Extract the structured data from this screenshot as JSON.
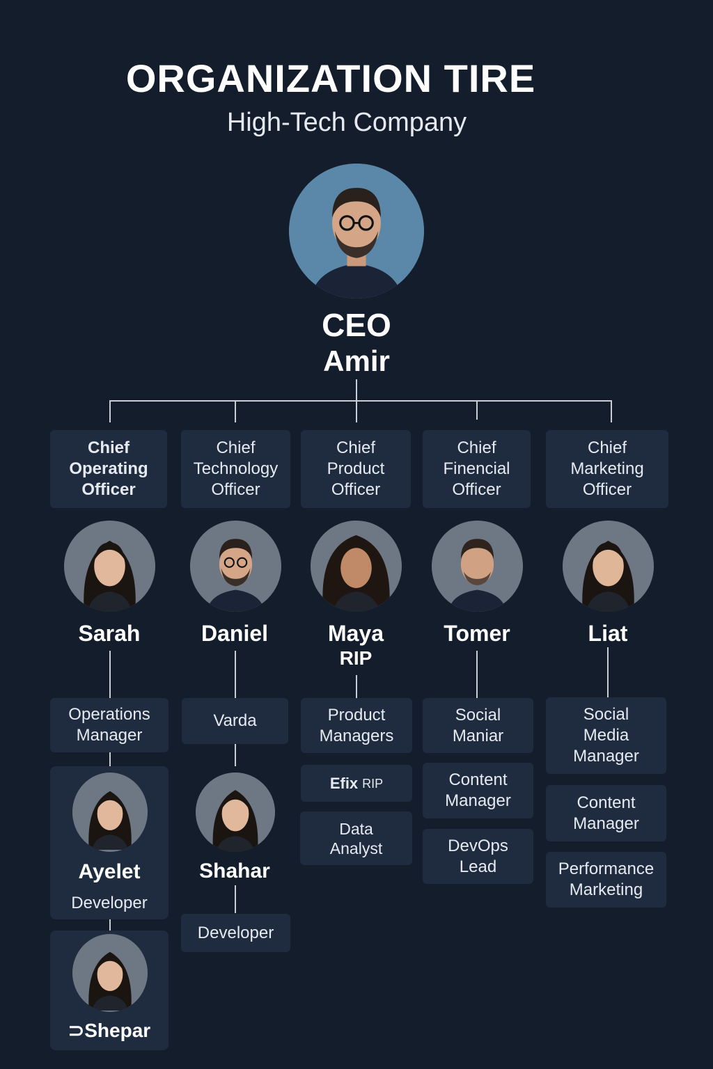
{
  "header": {
    "title": "ORGANIZATION TIRE",
    "subtitle": "High-Tech Company"
  },
  "ceo": {
    "role": "CEO",
    "name": "Amir"
  },
  "executives": [
    {
      "role": "Chief\nOperating\nOfficer",
      "name": "Sarah"
    },
    {
      "role": "Chief\nTechnology\nOfficer",
      "name": "Daniel"
    },
    {
      "role": "Chief\nProduct\nOfficer",
      "name": "Maya",
      "tag": "RIP"
    },
    {
      "role": "Chief\nFinencial\nOfficer",
      "name": "Tomer"
    },
    {
      "role": "Chief\nMarketing\nOfficer",
      "name": "Liat"
    }
  ],
  "sarah_branch": {
    "manager": "Operations\nManager",
    "ayelet": {
      "name": "Ayelet",
      "role": "Developer"
    },
    "shepar": {
      "name": "⊃Shepar"
    }
  },
  "daniel_branch": {
    "varda": "Varda",
    "shahar": {
      "name": "Shahar"
    },
    "developer": "Developer"
  },
  "maya_branch": {
    "product_managers": "Product\nManagers",
    "efix_name": "Efix",
    "efix_tag": "RIP",
    "data_analyst": "Data\nAnalyst"
  },
  "tomer_branch": {
    "social_maniar": "Social\nManiar",
    "content_manager": "Content\nManager",
    "devops_lead": "DevOps\nLead"
  },
  "liat_branch": {
    "social_media_manager": "Social\nMedia\nManager",
    "content_manager": "Content\nManager",
    "performance_marketing": "Performance\nMarketing"
  },
  "colors": {
    "background": "#141d2c",
    "box": "#1f2c40",
    "connector": "#c9ced6",
    "ceo_avatar_bg": "#5b87a8"
  }
}
